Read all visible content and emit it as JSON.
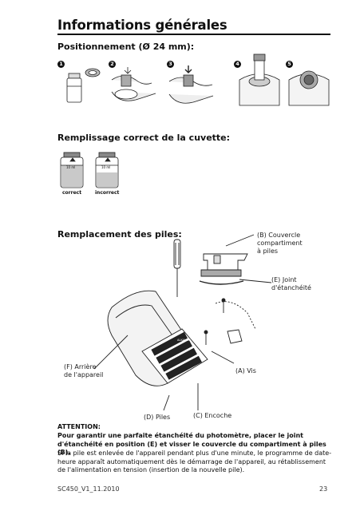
{
  "page": {
    "title": "Informations générales",
    "footer_left": "SC450_V1_11.2010",
    "footer_right": "23"
  },
  "positioning": {
    "heading": "Positionnement (Ø 24 mm):",
    "steps": [
      "1",
      "2",
      "3",
      "4",
      "5"
    ]
  },
  "filling": {
    "heading": "Remplissage correct de la cuvette:",
    "labels": [
      "correct",
      "incorrect"
    ],
    "vial_marks": [
      "10 ml",
      "10 ml"
    ]
  },
  "batteries": {
    "heading": "Remplacement des piles:",
    "callouts": {
      "B": "(B) Couvercle compartiment à piles",
      "E": "(E) Joint d'étanchéité",
      "F": "(F) Arrière de l'appareil",
      "A": "(A) Vis",
      "D": "(D) Piles",
      "C": "(C) Encoche"
    },
    "battery_text": "ALKALINE"
  },
  "attention": {
    "title": "ATTENTION:",
    "bold_text": "Pour garantir une parfaite étanchéité du photomètre, placer le joint d'étanchéité en position (E) et visser le couvercle du compartiment à piles (B).",
    "text": "Si la pile est enlevée de l'appareil pendant plus d'une minute, le programme de date-heure apparaît automatiquement dès le démarrage de l'appareil, au rétablissement de l'alimentation en tension (insertion de la nouvelle pile)."
  }
}
